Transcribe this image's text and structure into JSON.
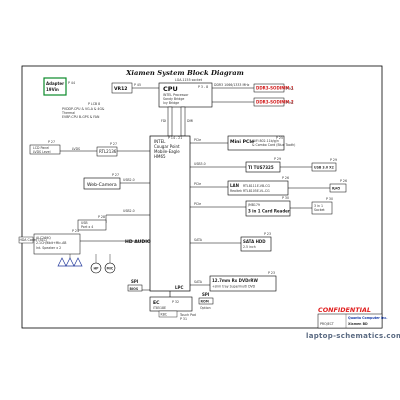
{
  "title": "Xiamen System Block Diagram",
  "confidential": "CONFIDENTIAL",
  "company": "Quanta Computer Inc.",
  "project": "PROJECT",
  "model": "Xiamen BD",
  "watermark": "laptop-schematics.com",
  "adapter": {
    "line1": "Adapter",
    "line2": "19Vin",
    "page": "P 44"
  },
  "power_left": {
    "line1": "P LCB 8",
    "line2": "PVDDP-CPU & VG-A & 4G&",
    "line3": "Thermal",
    "line4": "EVBP-CPU B-GPS & FAN"
  },
  "vr12": {
    "label": "VR12",
    "page": "P 45"
  },
  "cpu": {
    "name": "CPU",
    "line1": "INTEL Processor",
    "line2": "Sandy Bridge",
    "line3": "Ivy Bridge",
    "header": "LGA-1155 socket",
    "page": "P 3 - 8"
  },
  "ddr": {
    "bus": "DDR3 1066/1333 MHz",
    "ch_a": "DDR3-SODIMM-1",
    "ch_b": "DDR3-SODIMM-2",
    "page_a": "P 12",
    "page_b": "P 13"
  },
  "fdi_dmi": {
    "fdi": "FDI",
    "dmi": "DMI"
  },
  "pch": {
    "line1": "INTEL",
    "line2": "Cougar Point",
    "line3": "Mobile-Eagle",
    "line4": "HM65",
    "page": "P 14 - 21"
  },
  "lcd": {
    "label": "LCD Panel",
    "sub": "LVDS Level",
    "bus": "LVDS",
    "page": "P 27"
  },
  "rtl": {
    "label": "RTL2136",
    "page": "P 27"
  },
  "webcam": {
    "label": "Web-Camera",
    "usb": "USB2.0",
    "page": "P 27"
  },
  "usb_left": {
    "label": "USB2.0"
  },
  "usb_ports": {
    "label": "USB",
    "ports": "Port x 4",
    "page": "P 28"
  },
  "audio_codec": {
    "label": "HDA Codec (ALC)",
    "line1": "ALC269Q",
    "line2": "2.1CH/6bit+Mic-AB",
    "line3": "Int. Speaker x 2",
    "page": "P 24"
  },
  "hd_audio": {
    "label": "HD AUDIO"
  },
  "jacks": {
    "hp": "HP",
    "mic": "MIC"
  },
  "mini_pcie": {
    "label": "Mini PCIe",
    "line1": "WiFi 802.11b/g/n",
    "line2": "& Combo Card (Blue Tooth)",
    "bus": "PCIe",
    "page": "P 25"
  },
  "usb3": {
    "label": "TI TUS7325",
    "bus": "USB3.0",
    "page": "P 29"
  },
  "usb3_ports": {
    "label": "USB 3.0 X2",
    "page": "P 29"
  },
  "lan": {
    "label": "LAN",
    "line1": "RTL8111E-VB-CG",
    "line2": "RTL8105E-VL-CG",
    "sub": "Realtek",
    "bus": "PCIe",
    "page": "P 26"
  },
  "rj45": {
    "label": "RJ45",
    "page": "P 26"
  },
  "card_reader": {
    "chip": "JMB179",
    "label": "3 in 1 Card Reader",
    "bus": "PCIe",
    "page": "P 30"
  },
  "sdcard": {
    "label": "3 in 1",
    "line2": "Socket",
    "page": "P 30"
  },
  "sata_hdd": {
    "label": "SATA HDD",
    "line2": "2.5 inch",
    "bus": "SATA",
    "page": "P 23"
  },
  "odd": {
    "line1": "12.7mm Rx DVDrRW",
    "line2": "+slim tray Supermulti DVD",
    "bus": "SATA",
    "page": "P 23"
  },
  "bottom_bus": {
    "spi": "SPI",
    "bios": "BIOS",
    "lpc": "LPC",
    "spi2": "SPI",
    "rom": "ROM",
    "opt": "Option"
  },
  "ec": {
    "label": "EC",
    "chip": "IT8518E",
    "page": "P 32"
  },
  "kbc": {
    "label": "KBC",
    "touchpad": "Touch Pad",
    "page": "P 31"
  }
}
